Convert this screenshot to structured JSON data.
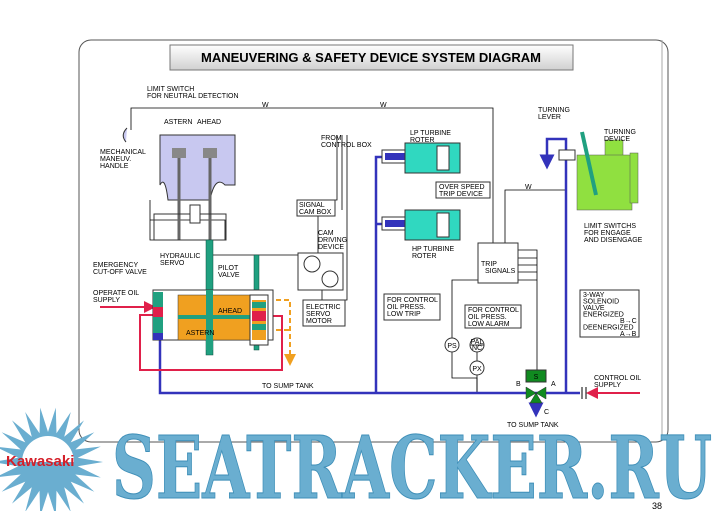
{
  "title": "MANEUVERING & SAFETY DEVICE SYSTEM DIAGRAM",
  "labels": {
    "limit_switch_neutral": [
      "LIMIT SWITCH",
      "FOR NEUTRAL DETECTION"
    ],
    "mechanical_handle": [
      "MECHANICAL",
      "MANEUV.",
      "HANDLE"
    ],
    "astern": "ASTERN",
    "ahead": "AHEAD",
    "from_control_box": [
      "FROM",
      "CONTROL BOX"
    ],
    "signal_cam_box": [
      "SIGNAL",
      "CAM BOX"
    ],
    "cam_driving_device": [
      "CAM",
      "DRIVING",
      "DEVICE"
    ],
    "electric_servo_motor": [
      "ELECTRIC",
      "SERVO",
      "MOTOR"
    ],
    "hydraulic_servo": [
      "HYDRAULIC",
      "SERVO"
    ],
    "emergency_cutoff": [
      "EMERGENCY",
      "CUT-OFF VALVE"
    ],
    "operate_oil_supply": [
      "OPERATE OIL",
      "SUPPLY"
    ],
    "pilot_valve": [
      "PILOT",
      "VALVE"
    ],
    "servo_ahead": "AHEAD",
    "servo_astern": "ASTERN",
    "to_sump_tank_1": "TO SUMP TANK",
    "lp_turbine": [
      "LP TURBINE",
      "ROTER"
    ],
    "hp_turbine": [
      "HP TURBINE",
      "ROTER"
    ],
    "overspeed_trip": [
      "OVER SPEED",
      "TRIP DEVICE"
    ],
    "trip_signals": [
      "TRIP",
      "SIGNALS"
    ],
    "control_oil_low_trip": [
      "FOR CONTROL",
      "OIL PRESS.",
      "LOW TRIP"
    ],
    "control_oil_low_alarm": [
      "FOR CONTROL",
      "OIL PRESS.",
      "LOW ALARM"
    ],
    "ps": "PS",
    "pal": "PAL",
    "nc": "NC",
    "px": "PX",
    "solenoid_s": "S",
    "port_a": "A",
    "port_b": "B",
    "port_c": "C",
    "solenoid_note": [
      "3-WAY",
      "SOLENOID",
      "VALVE",
      "ENERGIZED",
      "B→C",
      "DEENERGIZED",
      "A→B"
    ],
    "control_oil_supply": [
      "CONTROL OIL",
      "SUPPLY"
    ],
    "to_sump_tank_2": "TO SUMP TANK",
    "turning_lever": [
      "TURNING",
      "LEVER"
    ],
    "turning_device": [
      "TURNING",
      "DEVICE"
    ],
    "limit_switches_engage": [
      "LIMIT SWITCHS",
      "FOR ENGAGE",
      "AND DISENGAGE"
    ],
    "w": "W"
  },
  "page_number": "38",
  "watermark": "SEATRACKER.RU",
  "brand": "Kawasaki",
  "colors": {
    "oil_line": "#3333bb",
    "supply": "#e0204a",
    "servo": "#f0a020",
    "rod": "#20a080",
    "turbine": "#30d8c0",
    "turning": "#90e040",
    "valve_body": "#c8c8f0",
    "watermark": "#6aaed0"
  }
}
